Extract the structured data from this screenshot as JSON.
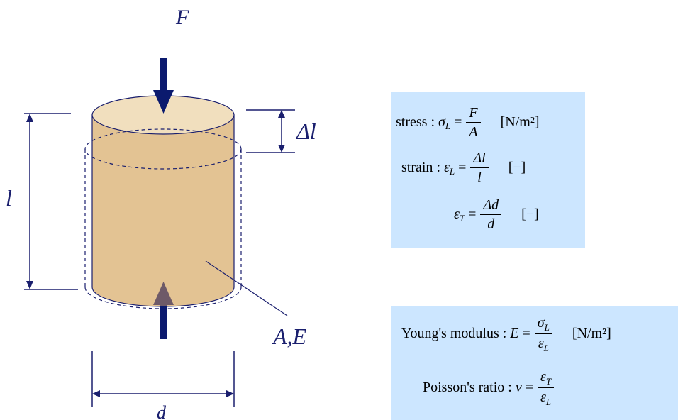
{
  "labels": {
    "force": "F",
    "length": "l",
    "delta_l": "Δl",
    "area_modulus": "A,E",
    "diameter": "d"
  },
  "formulas": {
    "stress": {
      "label": "stress",
      "lhs": "σ",
      "lhs_sub": "L",
      "num": "F",
      "den": "A",
      "unit": "[N/m²]"
    },
    "strain_long": {
      "label": "strain",
      "lhs": "ε",
      "lhs_sub": "L",
      "num": "Δl",
      "den": "l",
      "unit": "[−]"
    },
    "strain_trans": {
      "lhs": "ε",
      "lhs_sub": "T",
      "num": "Δd",
      "den": "d",
      "unit": "[−]"
    },
    "youngs": {
      "label": "Young's modulus",
      "lhs": "E",
      "num": "σ",
      "num_sub": "L",
      "den": "ε",
      "den_sub": "L",
      "unit": "[N/m²]"
    },
    "poisson": {
      "label": "Poisson's ratio",
      "lhs": "ν",
      "num": "ε",
      "num_sub": "T",
      "den": "ε",
      "den_sub": "L"
    }
  },
  "colors": {
    "arrow": "#0b1a6e",
    "arrow_inner": "#6e5a68",
    "cylinder_body": "#e3c393",
    "cylinder_top": "#f1dfbe",
    "line": "#1a1f6e",
    "formula_box": "#cce6ff"
  }
}
